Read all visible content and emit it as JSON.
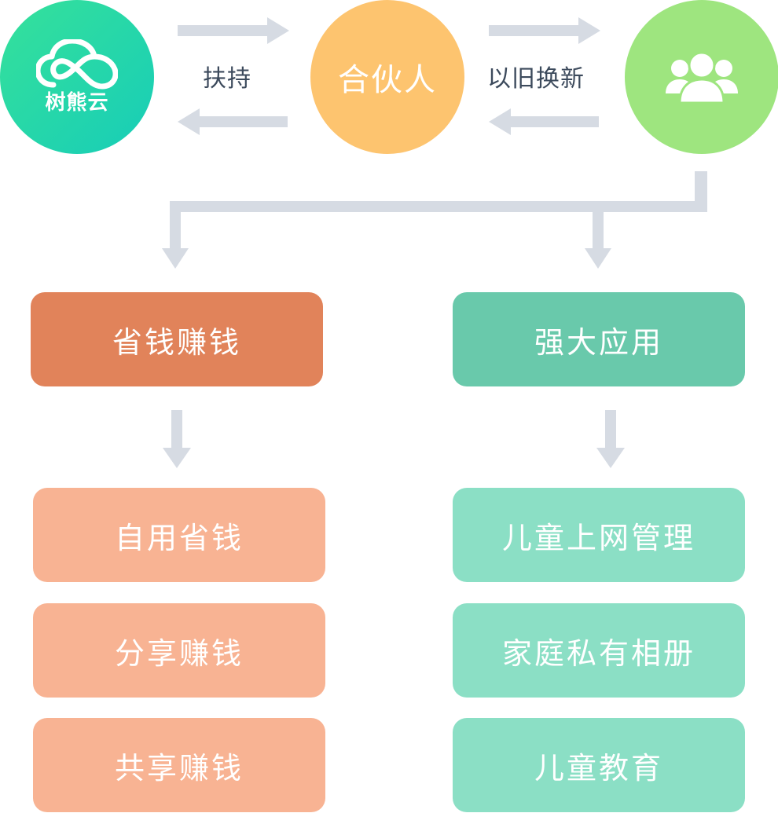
{
  "nodes": {
    "brand": {
      "name": "树熊云",
      "icon": "cloud-infinity-logo-icon"
    },
    "partner": {
      "label": "合伙人"
    },
    "users": {
      "icon": "user-group-icon"
    }
  },
  "flows": {
    "brand_partner_label": "扶持",
    "partner_users_label": "以旧换新"
  },
  "branches": {
    "left": {
      "title": "省钱赚钱",
      "items": [
        "自用省钱",
        "分享赚钱",
        "共享赚钱"
      ]
    },
    "right": {
      "title": "强大应用",
      "items": [
        "儿童上网管理",
        "家庭私有相册",
        "儿童教育"
      ]
    }
  },
  "colors": {
    "arrow": "#d6dbe3",
    "brand_gradient": [
      "#36e19a",
      "#17cdb8"
    ],
    "partner": "#fdc46f",
    "users": "#9ee57f",
    "left_main": "#e1835a",
    "left_sub": "#f8b393",
    "right_main": "#69c9ab",
    "right_sub": "#8bdfc5"
  }
}
